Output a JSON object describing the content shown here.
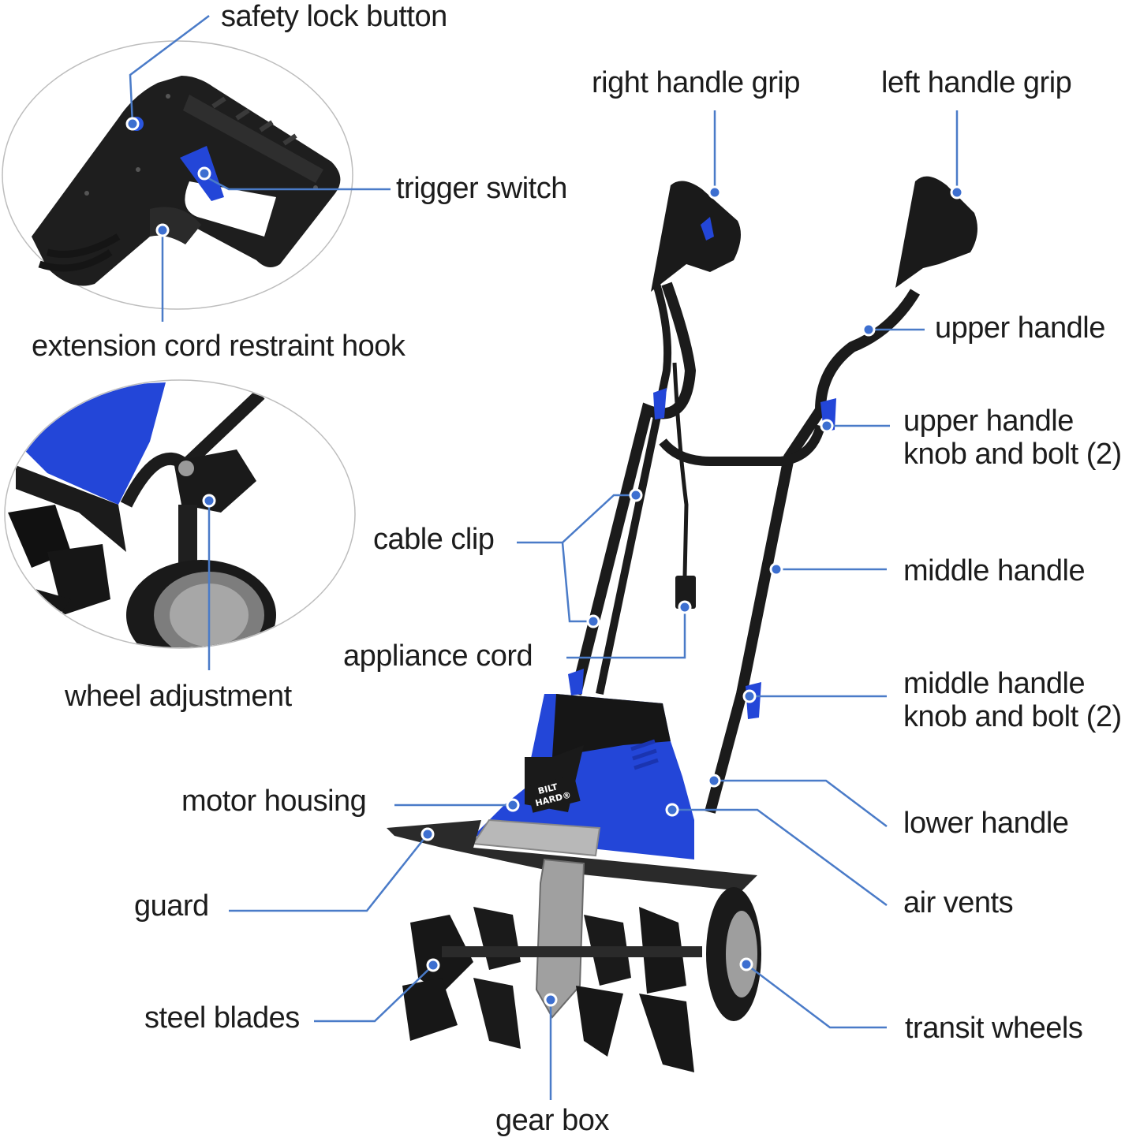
{
  "brand_logo_text": [
    "BILT",
    "HARD®"
  ],
  "colors": {
    "leader": "#4a7bc8",
    "dot": "#3d6fd0",
    "accent_blue": "#2442d8",
    "body_black": "#1b1b1b"
  },
  "labels": {
    "safety_lock_button": "safety lock button",
    "trigger_switch": "trigger switch",
    "extension_cord_restraint_hook": "extension cord restraint hook",
    "wheel_adjustment": "wheel adjustment",
    "right_handle_grip": "right handle grip",
    "left_handle_grip": "left handle grip",
    "upper_handle": "upper handle",
    "upper_handle_knob_line1": "upper handle",
    "upper_handle_knob_line2": "knob and bolt (2)",
    "cable_clip": "cable clip",
    "middle_handle": "middle handle",
    "appliance_cord": "appliance cord",
    "middle_handle_knob_line1": "middle handle",
    "middle_handle_knob_line2": "knob and bolt (2)",
    "motor_housing": "motor housing",
    "lower_handle": "lower handle",
    "guard": "guard",
    "air_vents": "air vents",
    "steel_blades": "steel blades",
    "transit_wheels": "transit wheels",
    "gear_box": "gear box"
  }
}
